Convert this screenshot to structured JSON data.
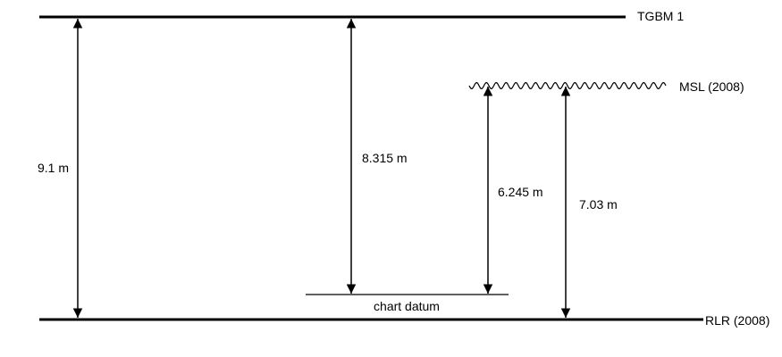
{
  "diagram": {
    "levels": {
      "tgbm": "TGBM 1",
      "msl": "MSL (2008)",
      "chart_datum": "chart datum",
      "rlr": "RLR (2008)"
    },
    "measurements": {
      "tgbm_to_rlr": "9.1 m",
      "tgbm_to_chart_datum": "8.315 m",
      "msl_to_chart_datum": "6.245 m",
      "msl_to_rlr": "7.03 m"
    },
    "colors": {
      "ink": "#000000",
      "background": "#ffffff"
    }
  }
}
